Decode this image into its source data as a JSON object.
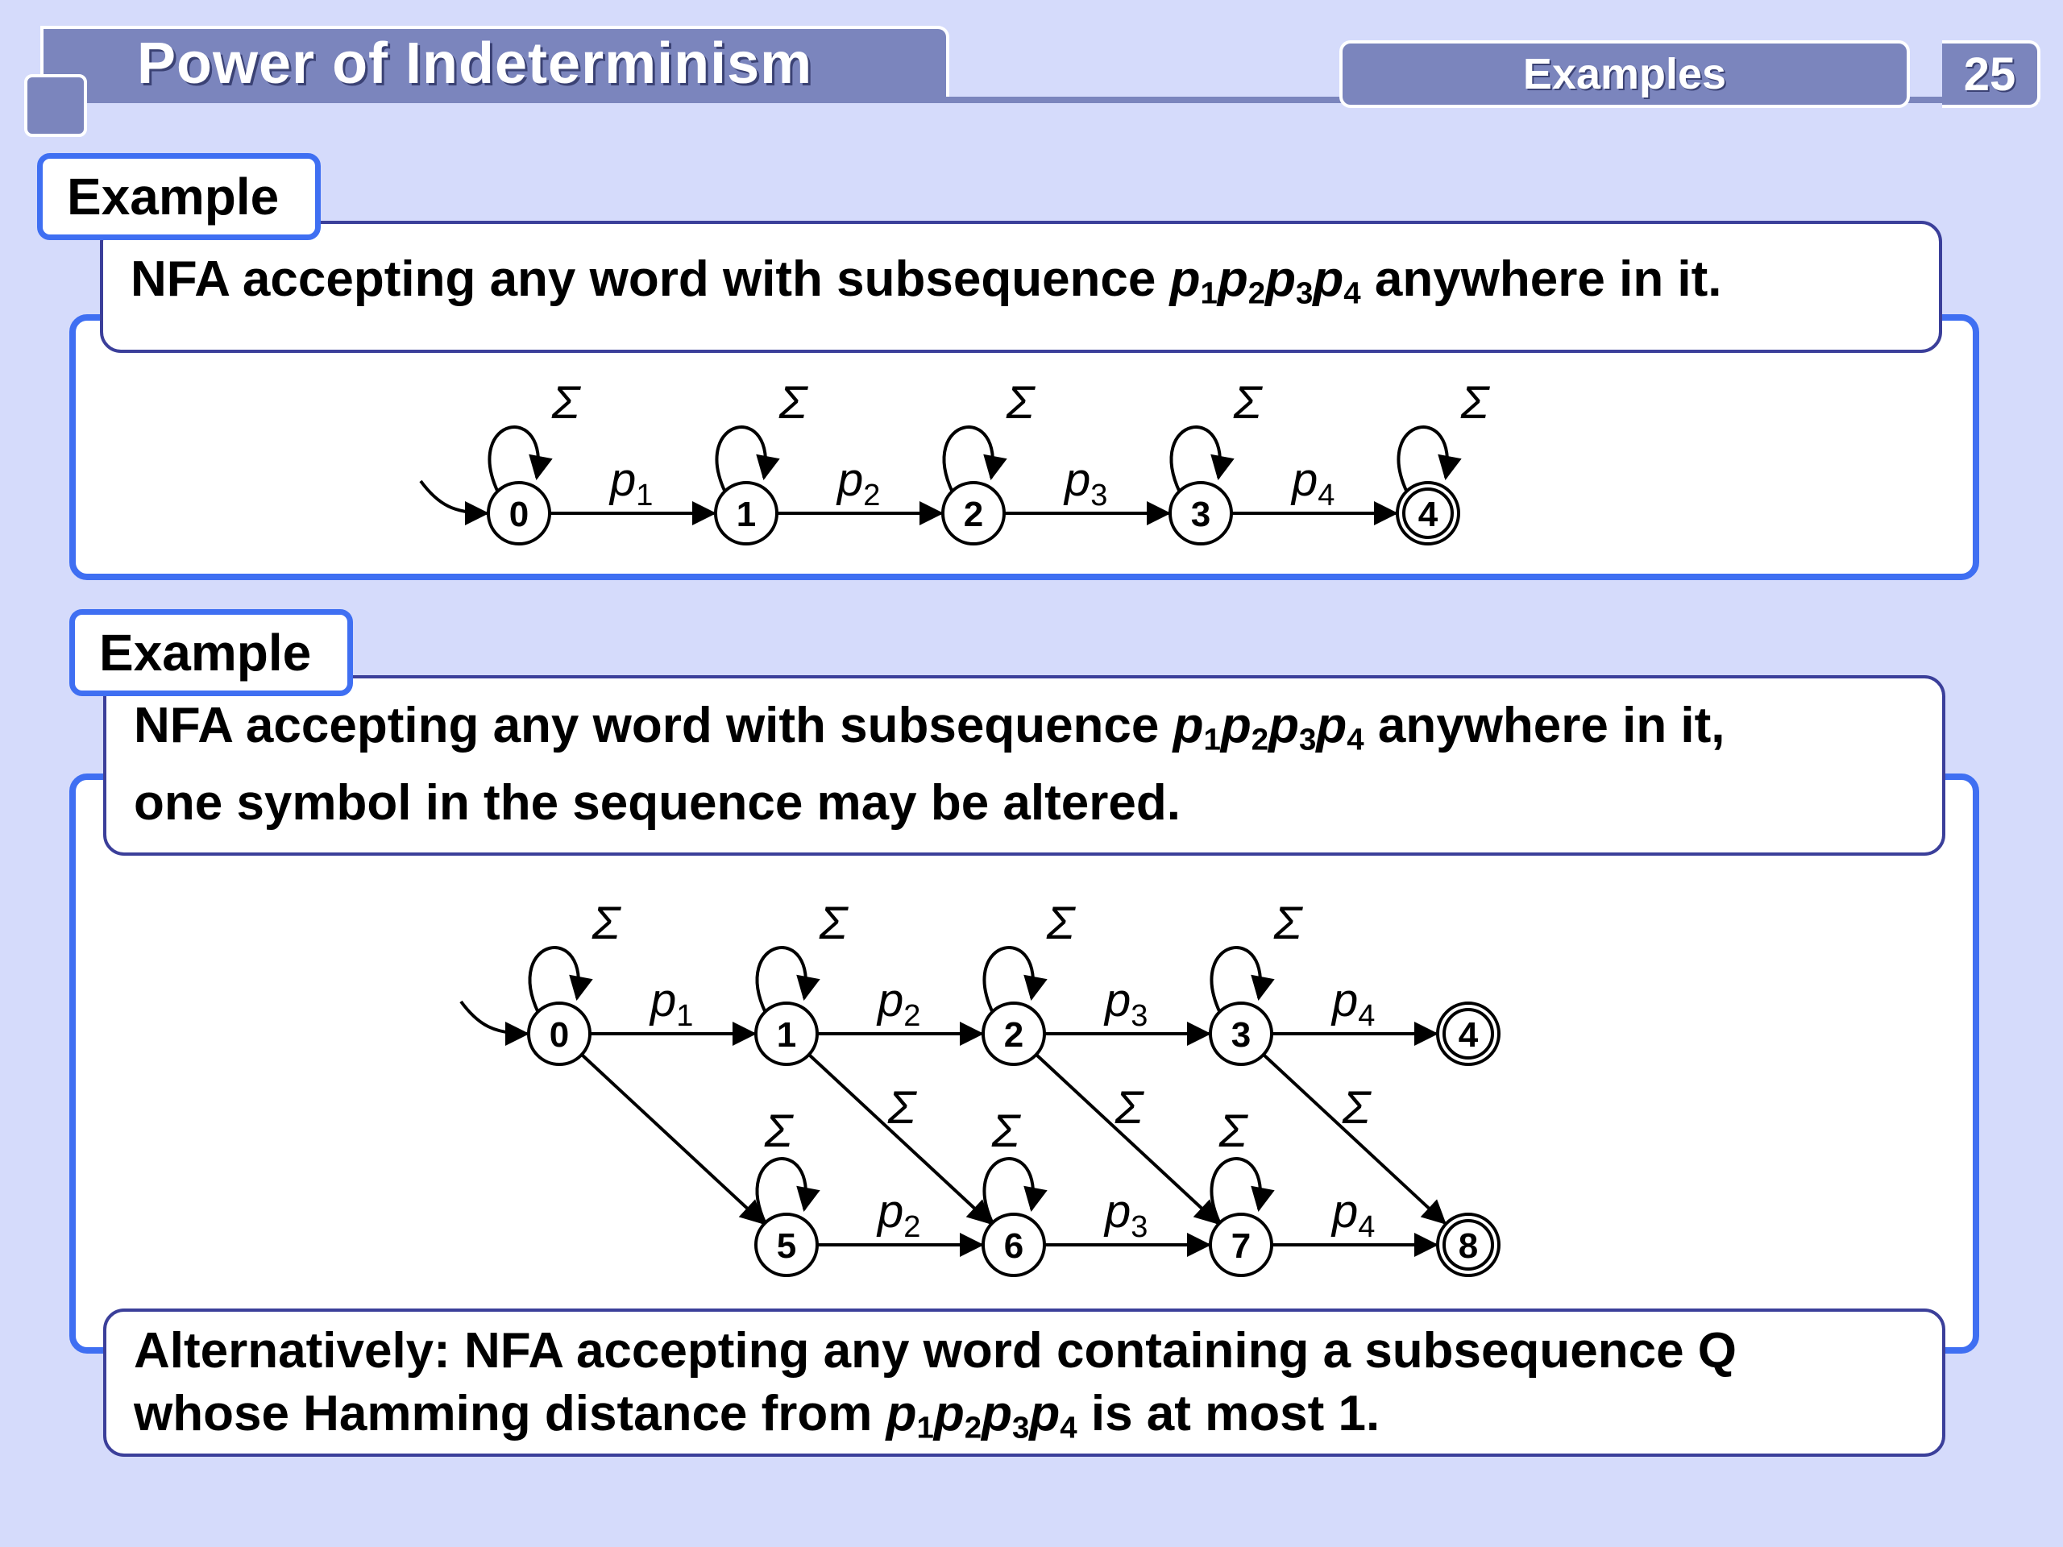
{
  "header": {
    "title": "Power of Indeterminism",
    "section": "Examples",
    "page_number": "25"
  },
  "example1": {
    "label": "Example",
    "caption_before": "NFA accepting any word with subsequence ",
    "caption_after": " anywhere in it."
  },
  "example2": {
    "label": "Example",
    "caption_line1_before": "NFA accepting any word with subsequence ",
    "caption_line1_after": " anywhere in it,",
    "caption_line2": "one symbol in the sequence may be altered.",
    "alt_line1": "Alternatively: NFA accepting any word containing a subsequence Q",
    "alt_line2_before": "whose Hamming distance from ",
    "alt_line2_after": " is at most 1."
  },
  "sequence": [
    {
      "base": "p",
      "sub": "1"
    },
    {
      "base": "p",
      "sub": "2"
    },
    {
      "base": "p",
      "sub": "3"
    },
    {
      "base": "p",
      "sub": "4"
    }
  ],
  "diagram1": {
    "states": [
      "0",
      "1",
      "2",
      "3",
      "4"
    ],
    "accepting": [
      "4"
    ],
    "start": "0",
    "loop_label": "Σ",
    "transitions": [
      {
        "from": "0",
        "to": "1",
        "base": "p",
        "sub": "1"
      },
      {
        "from": "1",
        "to": "2",
        "base": "p",
        "sub": "2"
      },
      {
        "from": "2",
        "to": "3",
        "base": "p",
        "sub": "3"
      },
      {
        "from": "3",
        "to": "4",
        "base": "p",
        "sub": "4"
      }
    ]
  },
  "diagram2": {
    "states": [
      "0",
      "1",
      "2",
      "3",
      "4",
      "5",
      "6",
      "7",
      "8"
    ],
    "accepting": [
      "4",
      "8"
    ],
    "start": "0",
    "loop_label": "Σ",
    "transitions": [
      {
        "from": "0",
        "to": "1",
        "base": "p",
        "sub": "1"
      },
      {
        "from": "1",
        "to": "2",
        "base": "p",
        "sub": "2"
      },
      {
        "from": "2",
        "to": "3",
        "base": "p",
        "sub": "3"
      },
      {
        "from": "3",
        "to": "4",
        "base": "p",
        "sub": "4"
      },
      {
        "from": "5",
        "to": "6",
        "base": "p",
        "sub": "2"
      },
      {
        "from": "6",
        "to": "7",
        "base": "p",
        "sub": "3"
      },
      {
        "from": "7",
        "to": "8",
        "base": "p",
        "sub": "4"
      },
      {
        "from": "0",
        "to": "5",
        "label": ""
      },
      {
        "from": "1",
        "to": "6",
        "label": "Σ"
      },
      {
        "from": "2",
        "to": "7",
        "label": "Σ"
      },
      {
        "from": "3",
        "to": "8",
        "label": "Σ"
      }
    ]
  }
}
